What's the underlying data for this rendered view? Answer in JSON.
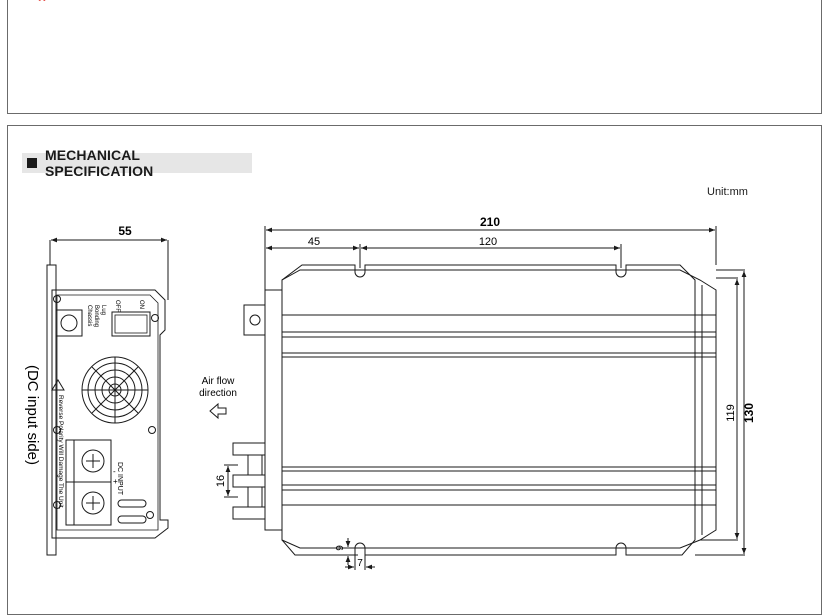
{
  "header": {
    "asterisk": "*",
    "section_title": "MECHANICAL SPECIFICATION",
    "unit": "Unit:mm"
  },
  "side_view": {
    "width_dim": "55",
    "side_label": "(DC input side)",
    "switch_off": "OFF",
    "switch_on": "ON",
    "lug_line1": "Chassis",
    "lug_line2": "Bonding",
    "lug_line3": "Lug",
    "warning": "Reverse Polarity Will Damage The Unit.",
    "dc_input": "DC INPUT",
    "plus": "+",
    "minus": "-"
  },
  "top_view": {
    "length_dim": "210",
    "hole_offset_dim": "45",
    "hole_spacing_dim": "120",
    "inner_height_dim": "119",
    "outer_height_dim": "130",
    "terminal_dim": "16",
    "slot_dim_9": "9",
    "slot_dim_7": "7",
    "airflow_line1": "Air flow",
    "airflow_line2": "direction"
  }
}
